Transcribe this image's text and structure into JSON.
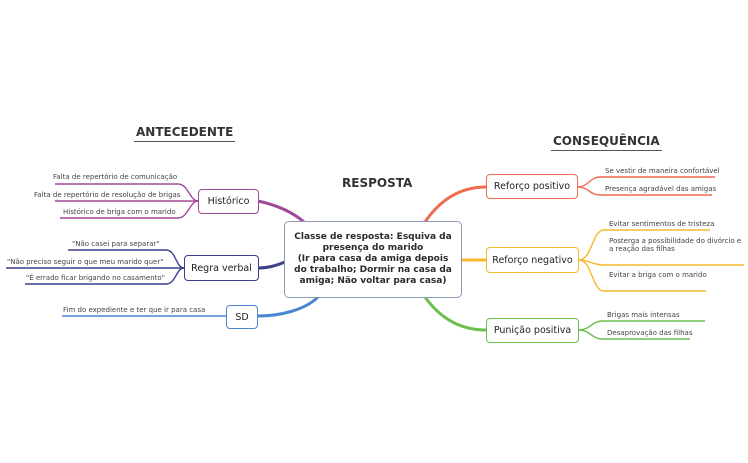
{
  "headings": {
    "antecedente": "ANTECEDENTE",
    "resposta": "RESPOSTA",
    "consequencia": "CONSEQUÊNCIA"
  },
  "central": {
    "text": "Classe de resposta: Esquiva da presença do marido\n(Ir para casa da amiga depois do trabalho; Dormir na casa da amiga; Não voltar para casa)"
  },
  "left_branches": [
    {
      "label": "Histórico",
      "color": "#a0499a",
      "leaves": [
        "Falta de repertório de comunicação",
        "Falta de repertório de resolução de brigas",
        "Histórico de briga com o marido"
      ]
    },
    {
      "label": "Regra verbal",
      "color": "#3c3f8a",
      "leaves": [
        "\"Não casei para separar\"",
        "\"Não preciso seguir o que meu marido quer\"",
        "\"É errado ficar brigando no casamento\""
      ]
    },
    {
      "label": "SD",
      "color": "#4a86cf",
      "leaves": [
        "Fim do expediente e ter que ir para casa"
      ]
    }
  ],
  "right_branches": [
    {
      "label": "Reforço positivo",
      "color": "#f06b4f",
      "leaves": [
        "Se vestir de maneira confortável",
        "Presença agradável das amigas"
      ]
    },
    {
      "label": "Reforço negativo",
      "color": "#f5b82e",
      "leaves": [
        "Evitar sentimentos de tristeza",
        "Posterga a possibilidade do divórcio e a reação das filhas",
        "Evitar a briga com o marido"
      ]
    },
    {
      "label": "Punição positiva",
      "color": "#6cbf4a",
      "leaves": [
        "Brigas mais intensas",
        "Desaprovação das filhas"
      ]
    }
  ]
}
